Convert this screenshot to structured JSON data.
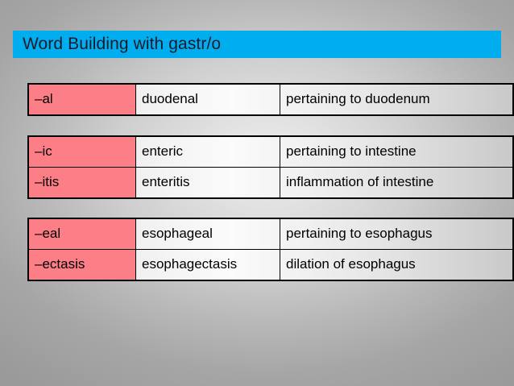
{
  "slide": {
    "title": "Word Building with gastr/o",
    "title_banner_color": "#00aeef",
    "suffix_cell_color": "#fc7f87",
    "background_color": "#b8b8b8"
  },
  "tables": [
    {
      "id": "table-1",
      "rows": [
        {
          "suffix": "–al",
          "term": "duodenal",
          "meaning": "pertaining to duodenum"
        }
      ]
    },
    {
      "id": "table-2",
      "rows": [
        {
          "suffix": "–ic",
          "term": "enteric",
          "meaning": "pertaining to intestine"
        },
        {
          "suffix": "–itis",
          "term": "enteritis",
          "meaning": "inflammation of intestine"
        }
      ]
    },
    {
      "id": "table-3",
      "rows": [
        {
          "suffix": "–eal",
          "term": "esophageal",
          "meaning": "pertaining to esophagus"
        },
        {
          "suffix": "–ectasis",
          "term": "esophagectasis",
          "meaning": "dilation of esophagus"
        }
      ]
    }
  ]
}
